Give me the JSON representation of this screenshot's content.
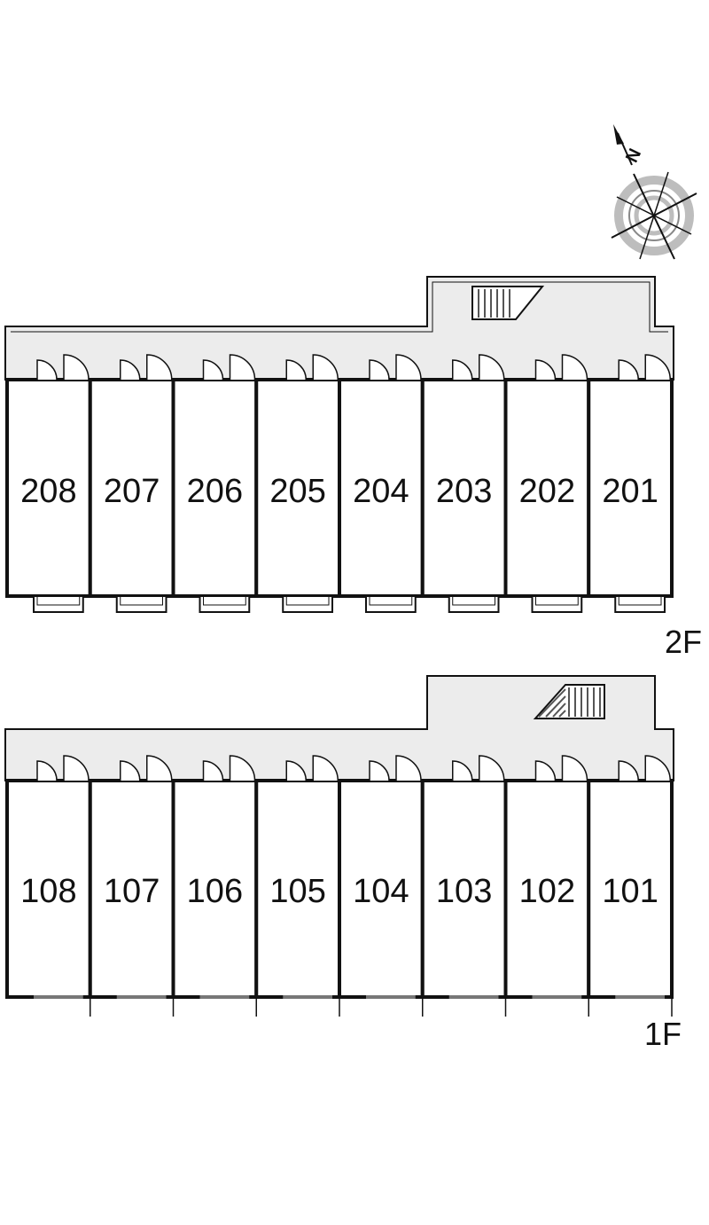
{
  "compass": {
    "north_label": "N"
  },
  "floors": [
    {
      "id": "2f",
      "label": "2F",
      "units": [
        "208",
        "207",
        "206",
        "205",
        "204",
        "203",
        "202",
        "201"
      ]
    },
    {
      "id": "1f",
      "label": "1F",
      "units": [
        "108",
        "107",
        "106",
        "105",
        "104",
        "103",
        "102",
        "101"
      ]
    }
  ],
  "colors": {
    "corridor": "#ececec",
    "wall": "#111111",
    "stair": "#777777",
    "compass_ring": "#bdbdbd"
  }
}
